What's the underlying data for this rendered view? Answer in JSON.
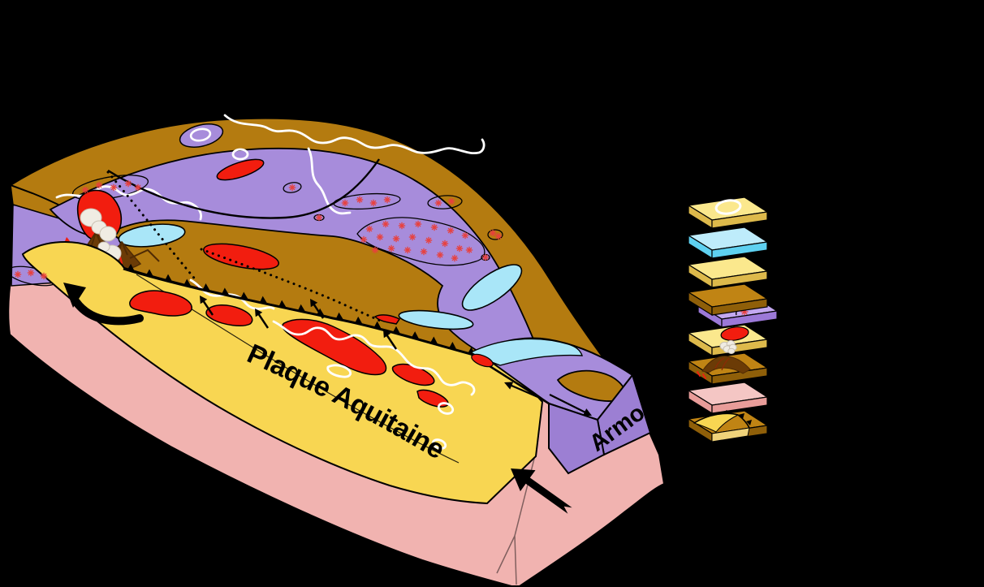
{
  "diagram": {
    "labels": {
      "plate_aquitaine": "Plaque Aquitaine",
      "plate_armorica": "Armo"
    },
    "colors": {
      "background": "#000000",
      "upper_plate_brown": "#B47B10",
      "armorica_purple": "#A78CDB",
      "purple_face": "#9C7FD3",
      "ocean_cyan": "#A9E6F8",
      "aquitaine_yellow": "#F8D652",
      "mantle_pink": "#F1B3B0",
      "magma_red": "#F21D0F",
      "asterisk_red": "#E8403D",
      "volcano_brown": "#6B3B06",
      "volcano_dark": "#4F2B04",
      "smoke_white": "#F0ECE3",
      "smoke_shade": "#C9C1B2",
      "coastline_white": "#FFFFFF",
      "outline_black": "#000000",
      "lava_orange": "#FF7F00"
    },
    "annotations": {
      "rotation_arrow_icon": "curved-rotation-arrow",
      "convergence_arrow_icon": "large-notched-arrow",
      "strike_slip_icon": "strike-slip-arrow-pair",
      "thrust_front_icon": "toothed-thrust-line",
      "volcano_icon": "volcano-with-smoke",
      "granite_icon": "red-asterisk-field"
    }
  },
  "legend": {
    "items": [
      {
        "name": "legend-layer-yellow-coastline",
        "icon": "slab-white-outline-icon",
        "top": "#FBE88D",
        "side": "#DDB94B"
      },
      {
        "name": "legend-layer-ocean",
        "icon": "slab-plain-icon",
        "top": "#BEECFB",
        "side": "#5ED1F1"
      },
      {
        "name": "legend-layer-yellow",
        "icon": "slab-plain-icon",
        "top": "#FBE88D",
        "side": "#DDB94B"
      },
      {
        "name": "legend-layer-brown-over-purple",
        "icon": "slab-stacked-pair-icon",
        "top": "#C08414",
        "side": "#8F5F09",
        "under_top": "#C3A8F0",
        "under_side": "#9C79D8",
        "asterisk": "#E8403D"
      },
      {
        "name": "legend-layer-magma-body",
        "icon": "slab-red-blob-icon",
        "top": "#FBE88D",
        "side": "#DDB94B",
        "blob": "#F21D0F"
      },
      {
        "name": "legend-layer-volcanic-arc",
        "icon": "slab-volcano-icon",
        "top": "#C08414",
        "side": "#8F5F09",
        "volcano": "#6B3B06",
        "smoke": "#F0ECE3"
      },
      {
        "name": "legend-layer-mantle",
        "icon": "slab-plain-icon",
        "top": "#F4C6C4",
        "side": "#E89C99"
      },
      {
        "name": "legend-layer-suture",
        "icon": "slab-suture-icon",
        "top": "#C08414",
        "side": "#8F5F09",
        "lens": "#F8D652",
        "lens_side": "#EFD27A"
      }
    ]
  }
}
